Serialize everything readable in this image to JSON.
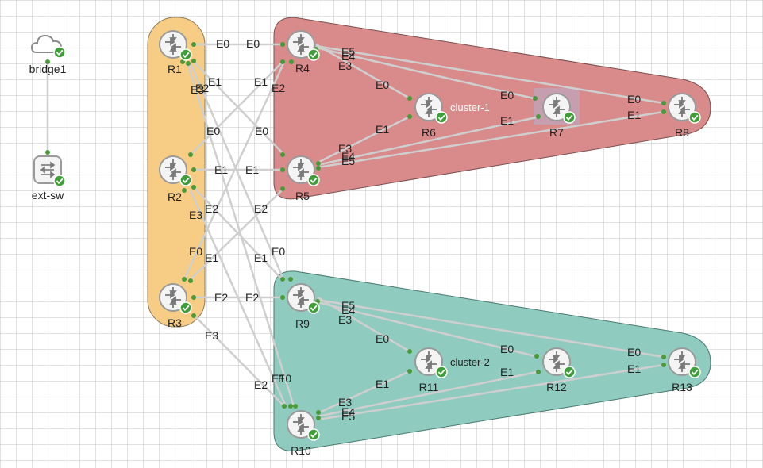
{
  "groups": {
    "cluster1": {
      "label": "cluster-1",
      "fill": "#d98a8a",
      "label_color": "#ffffff"
    },
    "cluster2": {
      "label": "cluster-2",
      "fill": "#8fcbbf",
      "label_color": "#222222"
    },
    "orange": {
      "fill": "#f7cc84"
    }
  },
  "nodes": {
    "bridge1": {
      "label": "bridge1",
      "icon": "cloud-icon"
    },
    "extsw": {
      "label": "ext-sw",
      "icon": "switch-icon"
    },
    "r1": {
      "label": "R1",
      "icon": "router-icon"
    },
    "r2": {
      "label": "R2",
      "icon": "router-icon"
    },
    "r3": {
      "label": "R3",
      "icon": "router-icon"
    },
    "r4": {
      "label": "R4",
      "icon": "router-icon"
    },
    "r5": {
      "label": "R5",
      "icon": "router-icon"
    },
    "r6": {
      "label": "R6",
      "icon": "router-icon"
    },
    "r7": {
      "label": "R7",
      "icon": "router-icon"
    },
    "r8": {
      "label": "R8",
      "icon": "router-icon"
    },
    "r9": {
      "label": "R9",
      "icon": "router-icon"
    },
    "r10": {
      "label": "R10",
      "icon": "router-icon"
    },
    "r11": {
      "label": "R11",
      "icon": "router-icon"
    },
    "r12": {
      "label": "R12",
      "icon": "router-icon"
    },
    "r13": {
      "label": "R13",
      "icon": "router-icon"
    }
  },
  "ports": {
    "r1_e0": "E0",
    "r4_e0": "E0",
    "r1_e1": "E1",
    "r1_e2": "E2",
    "r1_e3": "E3",
    "r4_e1": "E1",
    "r4_e2": "E2",
    "r2_e0": "E0",
    "r2_e1": "E1",
    "r2_e2": "E2",
    "r2_e3": "E3",
    "r5_e0": "E0",
    "r5_e1": "E1",
    "r5_e2": "E2",
    "r3_e0": "E0",
    "r3_e1": "E1",
    "r3_e2": "E2",
    "r3_e3": "E3",
    "r9_e2": "E2",
    "r9_e1": "E1",
    "r9_e0": "E0",
    "r10_e2": "E2",
    "r10_e1": "E1",
    "r10_e0": "E0",
    "r4_e5": "E5",
    "r4_e4": "E4",
    "r4_e3": "E3",
    "r6_e0": "E0",
    "r6_e1": "E1",
    "r5_e3": "E3",
    "r5_e4": "E4",
    "r5_e5": "E5",
    "r7_e0": "E0",
    "r7_e1": "E1",
    "r8_e0": "E0",
    "r8_e1": "E1",
    "r9_e5": "E5",
    "r9_e4": "E4",
    "r9_e3": "E3",
    "r11_e0": "E0",
    "r11_e1": "E1",
    "r10_e3": "E3",
    "r10_e4": "E4",
    "r10_e5": "E5",
    "r12_e0": "E0",
    "r12_e1": "E1",
    "r13_e0": "E0",
    "r13_e1": "E1"
  },
  "colors": {
    "link": "#cfcfcf",
    "status_ok": "#3f9d3a",
    "icon_ring": "#888888"
  }
}
